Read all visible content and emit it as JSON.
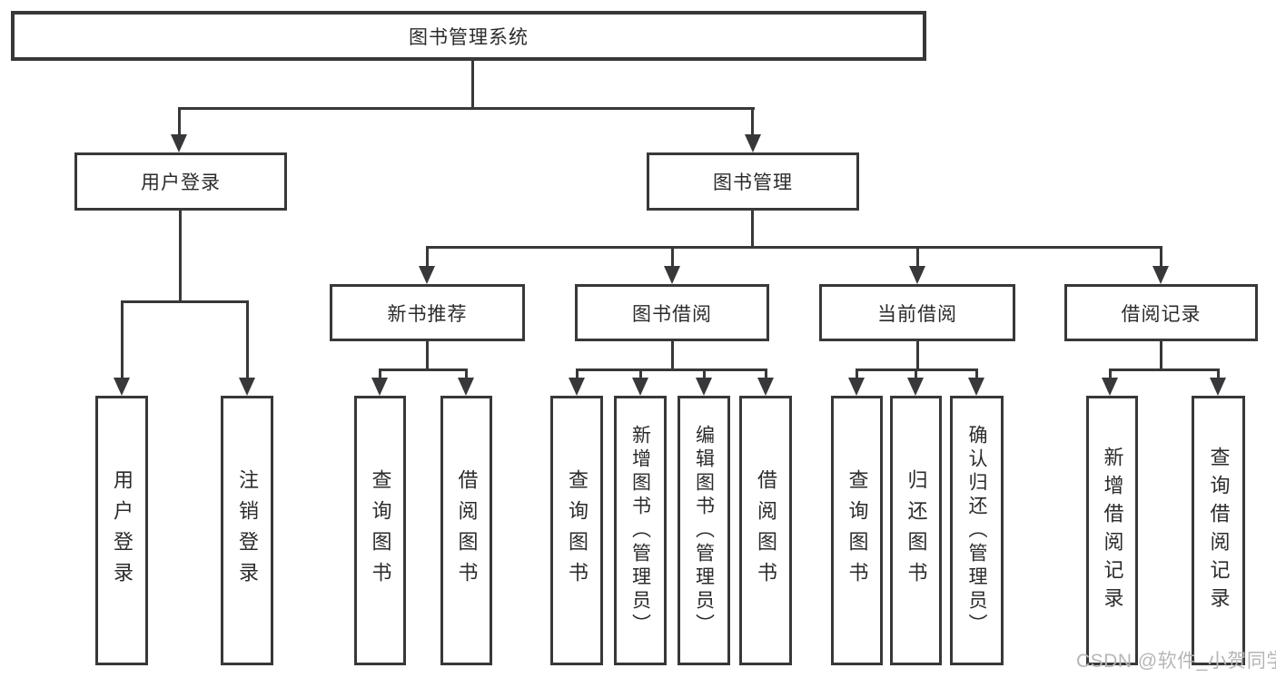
{
  "tree": {
    "label": "图书管理系统",
    "children": [
      {
        "label": "用户登录",
        "children": [
          {
            "label": "用户登录"
          },
          {
            "label": "注销登录"
          }
        ]
      },
      {
        "label": "图书管理",
        "children": [
          {
            "label": "新书推荐",
            "children": [
              {
                "label": "查询图书"
              },
              {
                "label": "借阅图书"
              }
            ]
          },
          {
            "label": "图书借阅",
            "children": [
              {
                "label": "查询图书"
              },
              {
                "label": "新增图书（管理员）"
              },
              {
                "label": "编辑图书（管理员）"
              },
              {
                "label": "借阅图书"
              }
            ]
          },
          {
            "label": "当前借阅",
            "children": [
              {
                "label": "查询图书"
              },
              {
                "label": "归还图书"
              },
              {
                "label": "确认归还（管理员）"
              }
            ]
          },
          {
            "label": "借阅记录",
            "children": [
              {
                "label": "新增借阅记录"
              },
              {
                "label": "查询借阅记录"
              }
            ]
          }
        ]
      }
    ]
  },
  "watermark": {
    "text": "CSDN @软件_小贺同学"
  },
  "colors": {
    "line": "#38383a",
    "text": "#2b2b2b",
    "watermark": "#b6b6b6",
    "background": "#ffffff"
  }
}
